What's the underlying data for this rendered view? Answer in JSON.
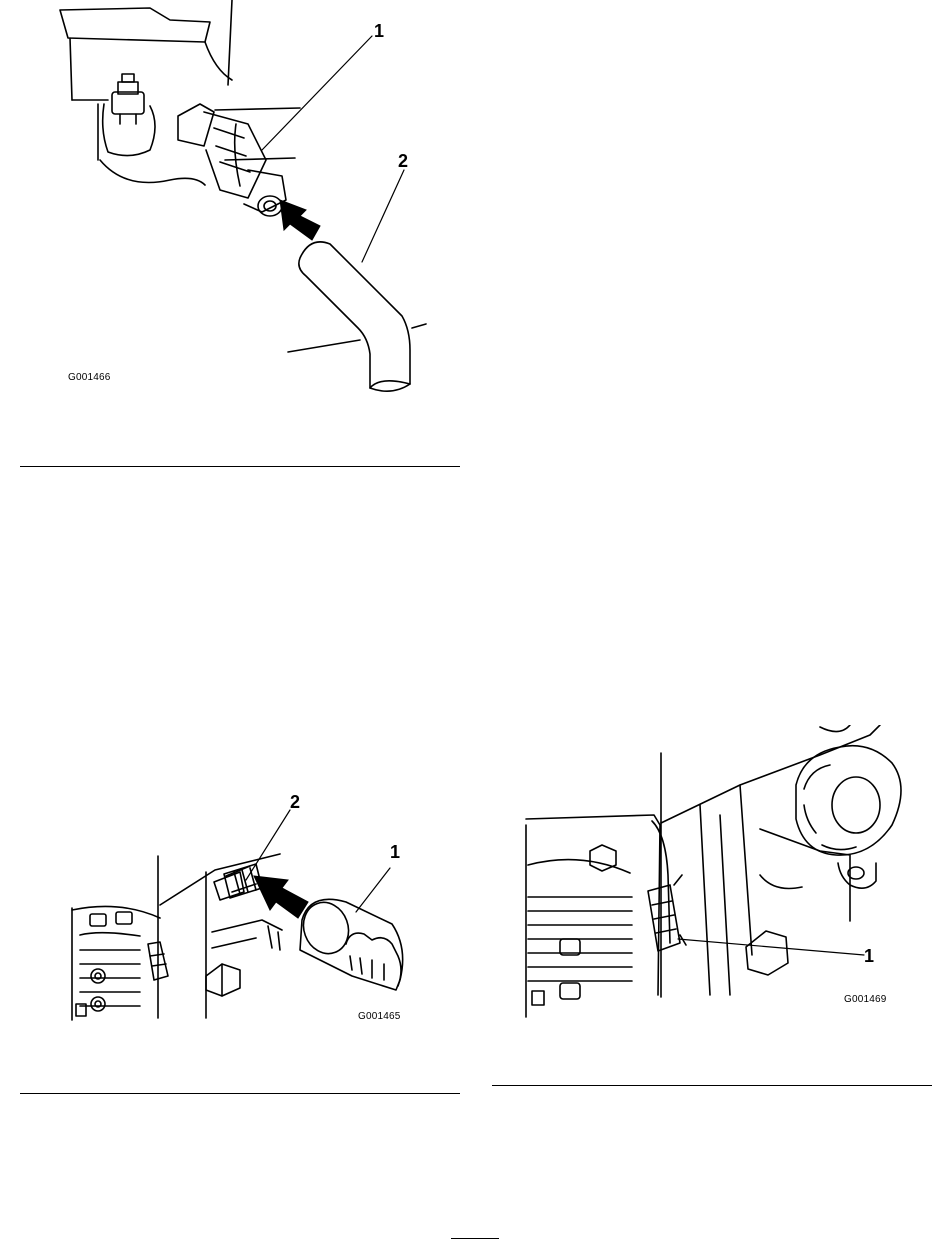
{
  "figures": [
    {
      "id": "fig-hose-fitting",
      "callouts": [
        "1",
        "2"
      ],
      "code": "G001466"
    },
    {
      "id": "fig-oil-filter",
      "callouts": [
        "2",
        "1"
      ],
      "code": "G001465"
    },
    {
      "id": "fig-oil-sensor",
      "callouts": [
        "1"
      ],
      "code": "G001469"
    }
  ]
}
